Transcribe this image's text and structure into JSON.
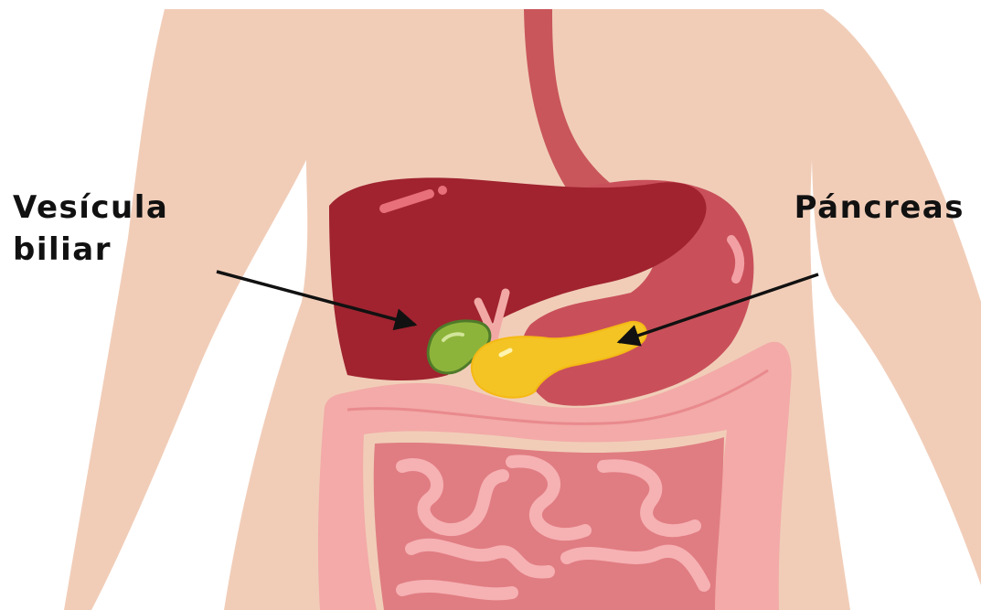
{
  "labels": {
    "gallbladder_line1": "Vesícula",
    "gallbladder_line2": "biliar",
    "pancreas": "Páncreas"
  },
  "colors": {
    "background": "#ffffff",
    "skin": "#f1cdb8",
    "esophagus": "#c9565b",
    "liver": "#a0232f",
    "stomach": "#c9505a",
    "gallbladder": "#8db43a",
    "pancreas": "#f3c424",
    "large_intestine": "#f3aaa8",
    "small_intestine": "#e07d82",
    "arrow": "#111111",
    "text": "#111111"
  },
  "icons": {
    "torso": "human-torso-illustration",
    "arrows": "pointer-arrow"
  }
}
